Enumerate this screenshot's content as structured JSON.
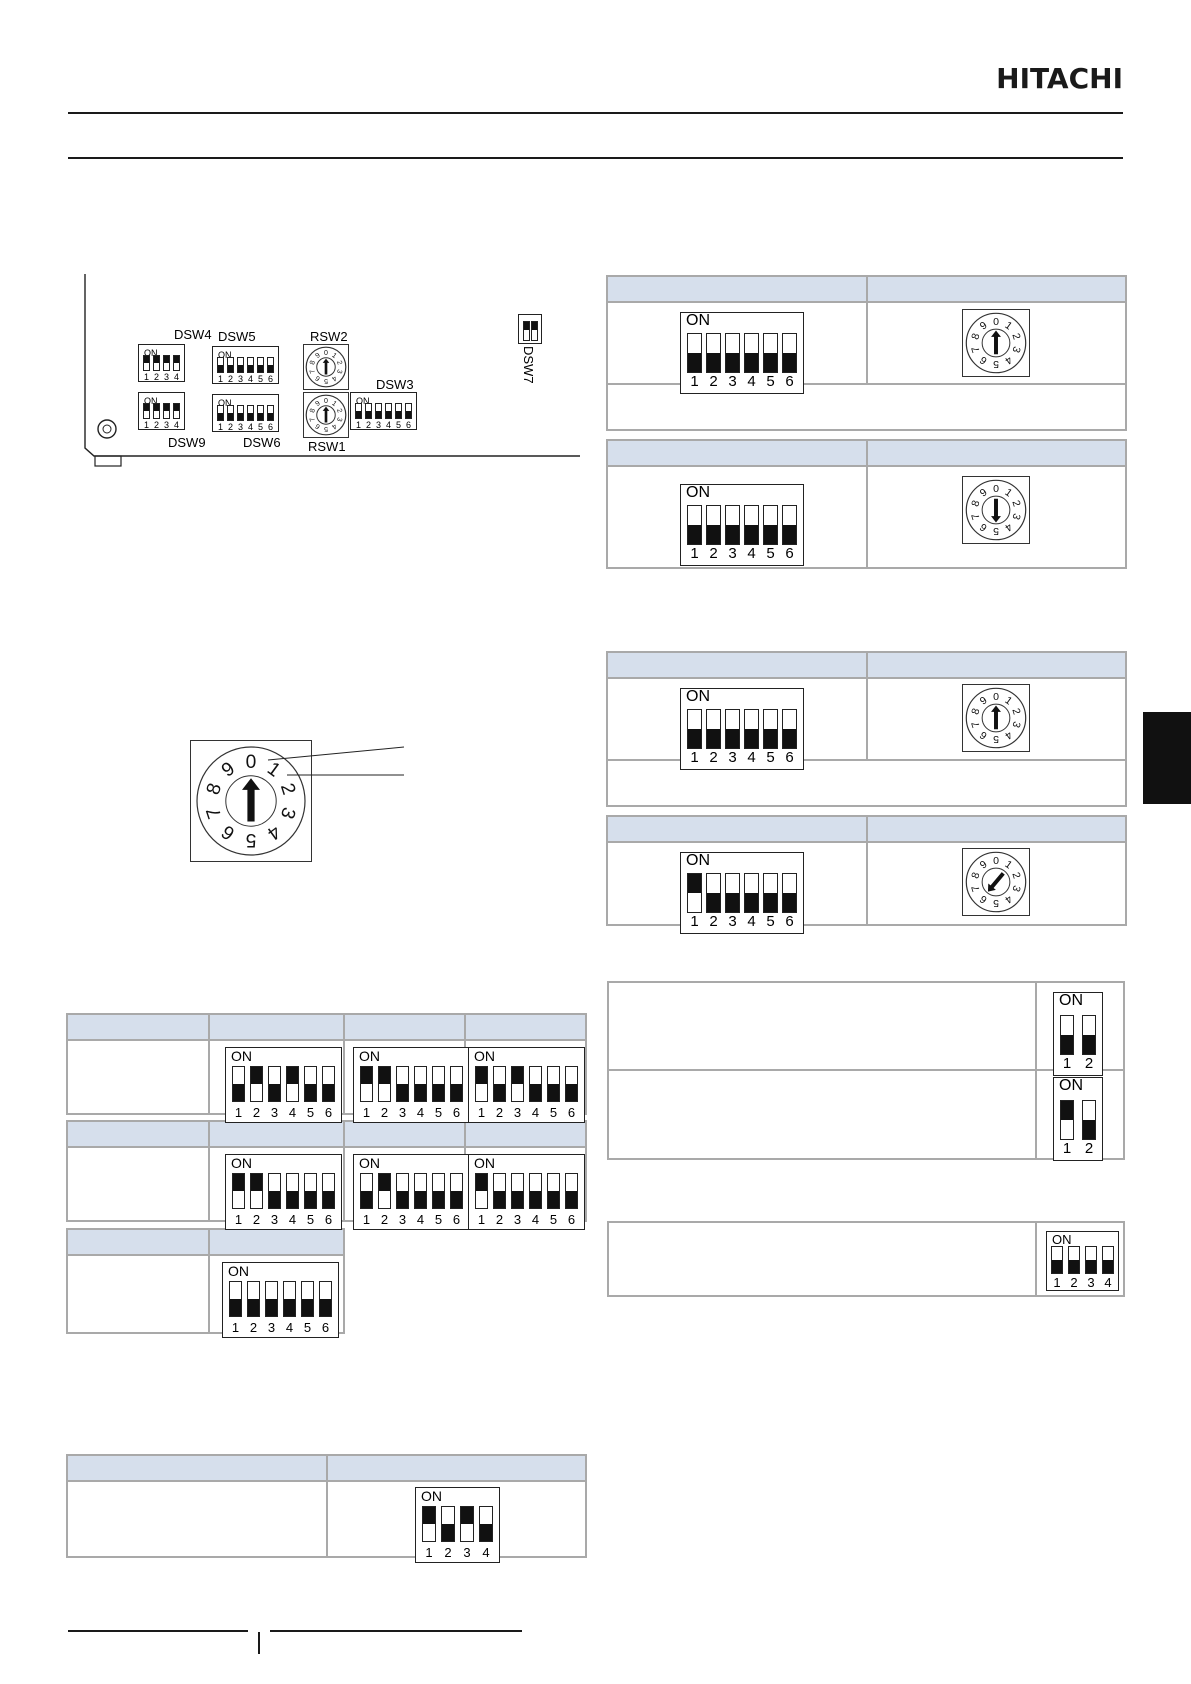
{
  "header": {
    "brand": "HITACHI"
  },
  "pcb": {
    "labels": {
      "dsw4": "DSW4",
      "dsw5": "DSW5",
      "rsw2": "RSW2",
      "dsw7": "DSW7",
      "dsw3": "DSW3",
      "dsw9": "DSW9",
      "dsw6": "DSW6",
      "rsw1": "RSW1"
    }
  },
  "switch_text": {
    "on": "ON"
  },
  "rotary_digits": [
    "0",
    "1",
    "2",
    "3",
    "4",
    "5",
    "6",
    "7",
    "8",
    "9"
  ]
}
